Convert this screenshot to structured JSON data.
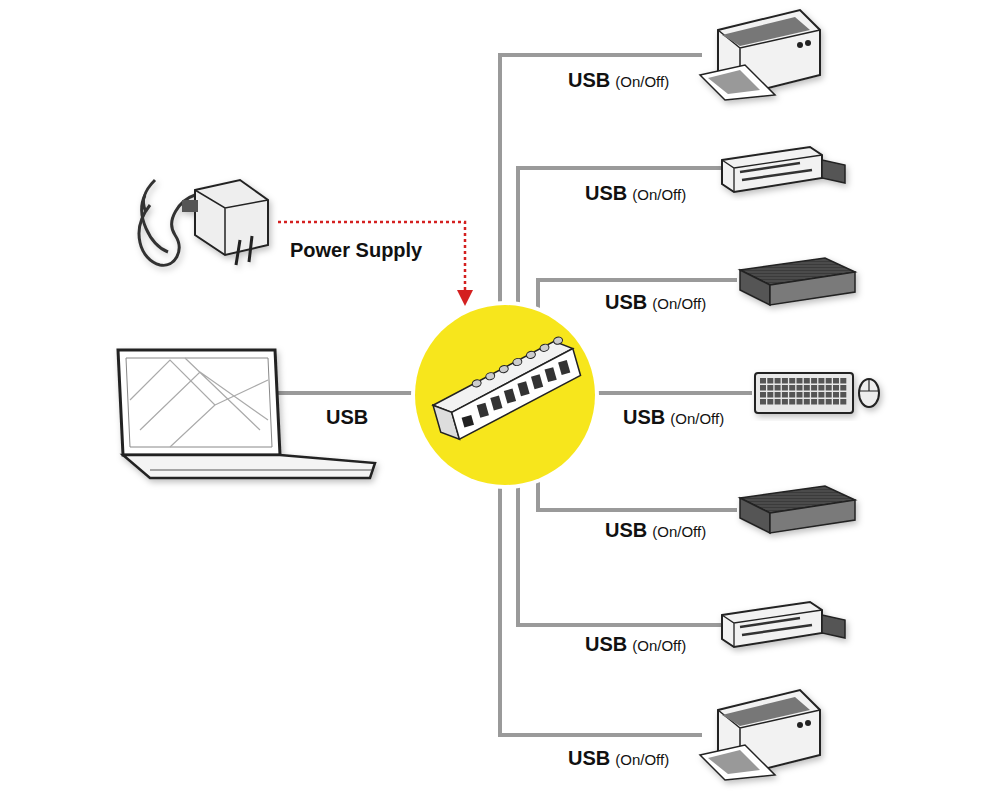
{
  "diagram": {
    "labels": [
      "Power Supply",
      "USB",
      "USB",
      "(On/Off)",
      "USB",
      "(On/Off)",
      "USB",
      "(On/Off)",
      "USB",
      "(On/Off)",
      "USB",
      "(On/Off)",
      "USB",
      "(On/Off)",
      "USB",
      "(On/Off)"
    ]
  }
}
